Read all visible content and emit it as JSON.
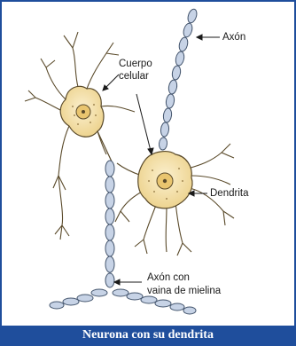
{
  "labels": {
    "axon": "Axón",
    "cell_body_line1": "Cuerpo",
    "cell_body_line2": "celular",
    "dendrite": "Dendrita",
    "myelin_line1": "Axón con",
    "myelin_line2": "vaina de mielina"
  },
  "caption": "Neurona con su dendrita",
  "colors": {
    "cell_fill": "#f3dfa6",
    "cell_stroke": "#5a4a2a",
    "myelin_fill": "#c7d3e6",
    "myelin_stroke": "#45566e",
    "caption_bg": "#1f4e9c",
    "caption_text": "#ffffff"
  }
}
